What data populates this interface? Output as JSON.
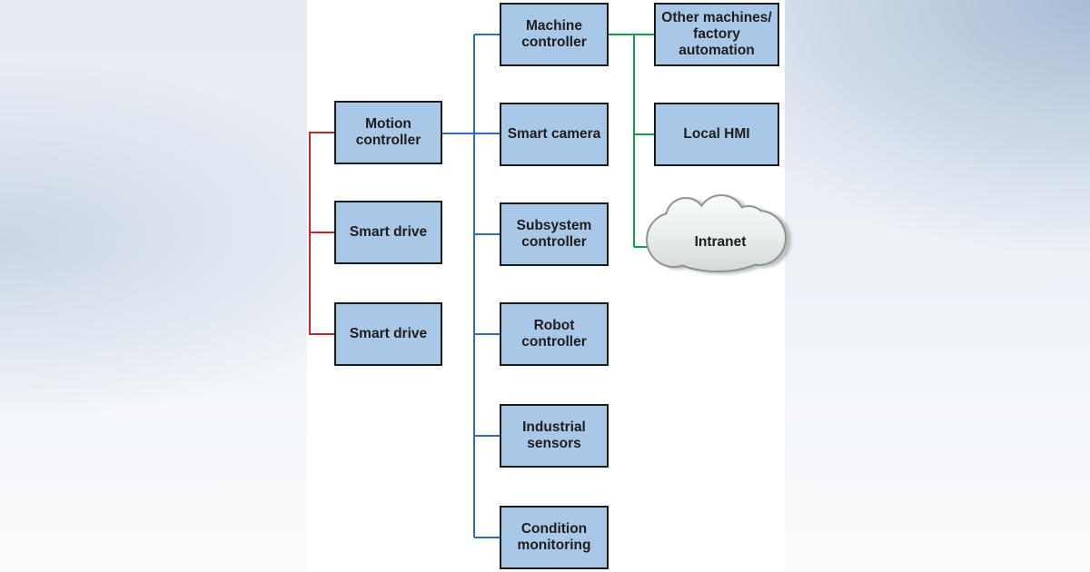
{
  "diagram": {
    "title_note": "Industrial automation network block diagram",
    "nodes": {
      "motion": {
        "label": "Motion\ncontroller"
      },
      "smart_drive_1": {
        "label": "Smart drive"
      },
      "smart_drive_2": {
        "label": "Smart drive"
      },
      "machine": {
        "label": "Machine\ncontroller"
      },
      "smart_camera": {
        "label": "Smart camera"
      },
      "subsystem": {
        "label": "Subsystem\ncontroller"
      },
      "robot": {
        "label": "Robot\ncontroller"
      },
      "industrial_sensors": {
        "label": "Industrial\nsensors"
      },
      "condition_monitoring": {
        "label": "Condition\nmonitoring"
      },
      "other_machines": {
        "label": "Other machines/\nfactory\nautomation"
      },
      "local_hmi": {
        "label": "Local HMI"
      },
      "intranet": {
        "label": "Intranet"
      }
    },
    "colors": {
      "motion_network": "#c1272d",
      "device_network": "#2f6eb6",
      "factory_network": "#129e4e",
      "node_fill": "#a9c8e8",
      "node_border": "#1a1a1a",
      "cloud_border": "#8f9595",
      "panel_bg": "#ffffff"
    }
  }
}
